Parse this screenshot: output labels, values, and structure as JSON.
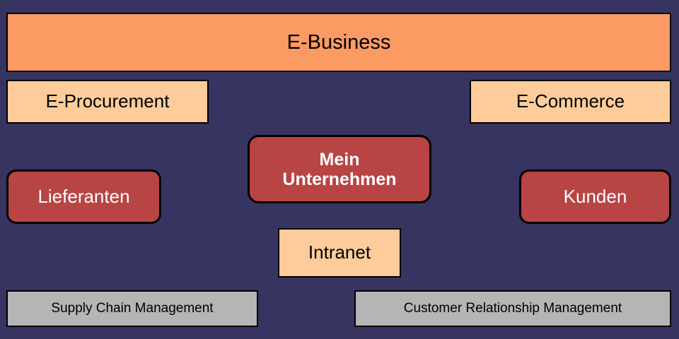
{
  "diagram": {
    "title": "E-Business",
    "background_color": "#373462",
    "palette": {
      "banner_orange": "#fb9a63",
      "channel_peach": "#fdcc9a",
      "actor_red": "#b84444",
      "management_grey": "#b5b5b5",
      "outline_black": "#000000",
      "light_text": "#ffffff",
      "dark_text": "#000000"
    },
    "nodes": {
      "ebusiness": {
        "label": "E-Business"
      },
      "eprocurement": {
        "label": "E-Procurement"
      },
      "ecommerce": {
        "label": "E-Commerce"
      },
      "lieferanten": {
        "label": "Lieferanten"
      },
      "unternehmen": {
        "label": "Mein\nUnternehmen"
      },
      "kunden": {
        "label": "Kunden"
      },
      "intranet": {
        "label": "Intranet"
      },
      "scm": {
        "label": "Supply Chain Management"
      },
      "crm": {
        "label": "Customer Relationship Management"
      }
    }
  }
}
